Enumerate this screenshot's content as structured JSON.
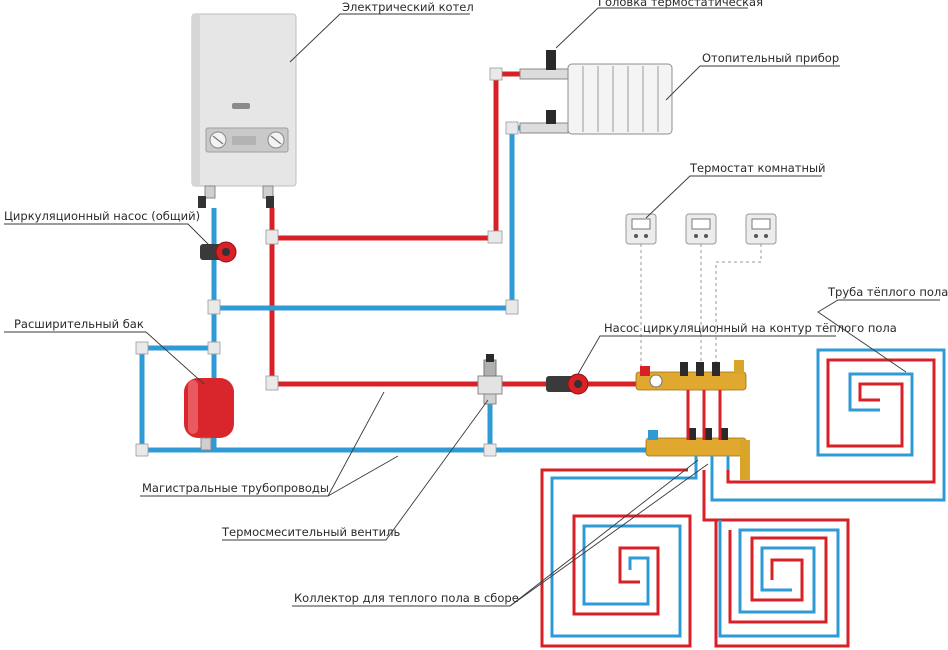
{
  "labels": {
    "boiler": "Электрический котел",
    "thermo_head": "Головка термостатическая",
    "radiator": "Отопительный прибор",
    "room_thermostat": "Термостат комнатный",
    "main_pump": "Циркуляционный насос (общий)",
    "floor_pipe": "Труба тёплого пола",
    "expansion_tank": "Расширительный бак",
    "floor_pump": "Насос циркуляционный на контур тёплого пола",
    "main_pipes": "Магистральные трубопроводы",
    "mixing_valve": "Термосмесительный вентиль",
    "manifold": "Коллектор для теплого пола в сборе"
  },
  "colors": {
    "hot_pipe": "#d82127",
    "cold_pipe": "#2f9bd6",
    "brass": "#e0a82e",
    "tank": "#d9262c"
  }
}
